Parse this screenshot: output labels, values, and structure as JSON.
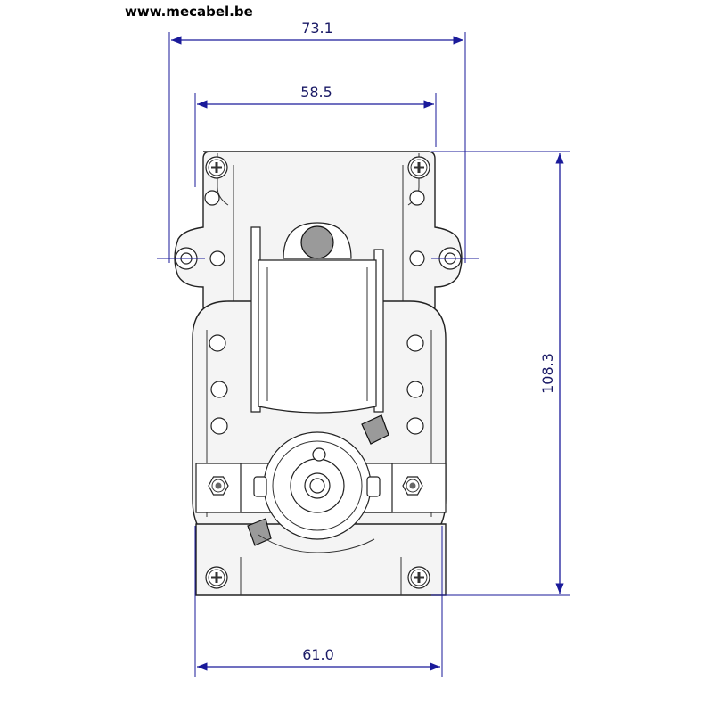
{
  "header": {
    "site": "www.mecabel.be"
  },
  "dimensions": {
    "overall_width": "73.1",
    "bracket_width": "58.5",
    "height": "108.3",
    "base_width": "61.0"
  },
  "colors": {
    "dimension": "#1a1a9a",
    "outline": "#222222"
  },
  "icons": [
    "phillips-screw-icon",
    "hex-nut-icon"
  ]
}
